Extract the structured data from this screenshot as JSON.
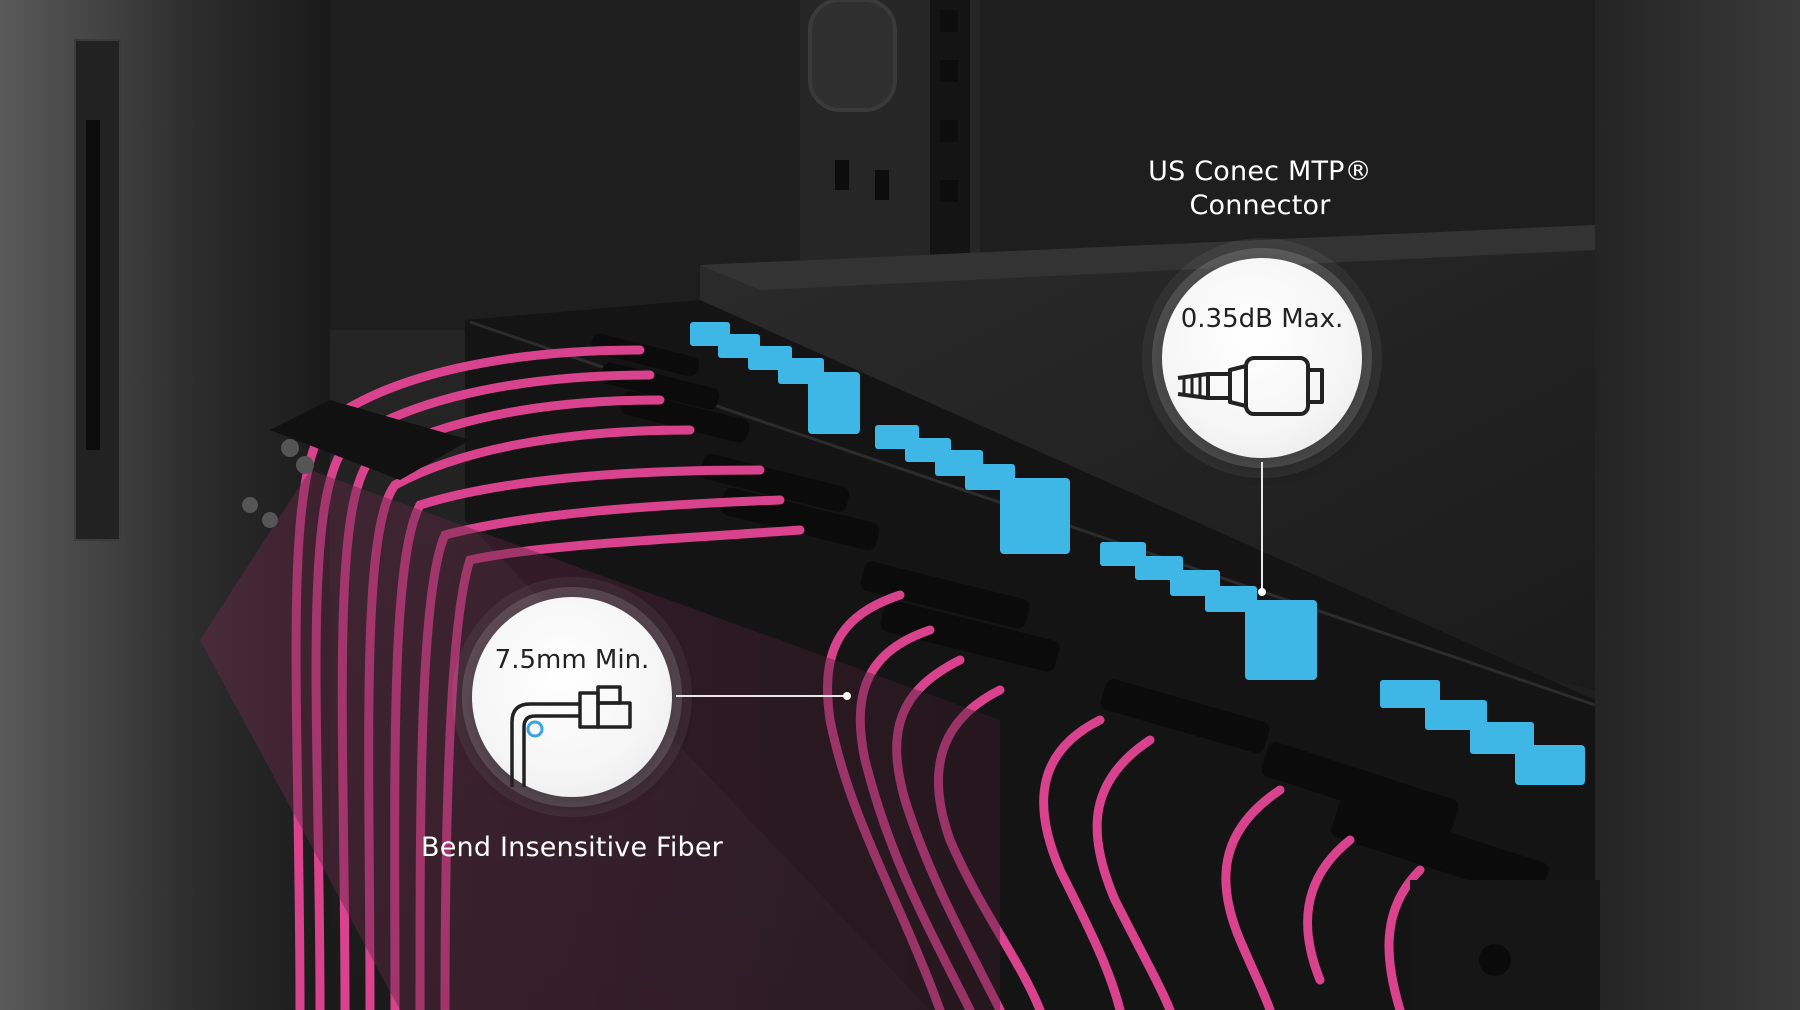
{
  "callouts": {
    "connector": {
      "title_line1": "US Conec MTP®",
      "title_line2": "Connector",
      "badge_text": "0.35dB Max.",
      "icon": "mtp-connector-icon"
    },
    "fiber": {
      "badge_text": "7.5mm Min.",
      "caption": "Bend Insensitive Fiber",
      "icon": "fiber-bend-icon"
    }
  },
  "colors": {
    "cable_pink": "#d9438e",
    "connector_blue": "#3fb7e6",
    "rack_dark": "#1c1c1c",
    "accent_blue": "#3aa3e8"
  }
}
